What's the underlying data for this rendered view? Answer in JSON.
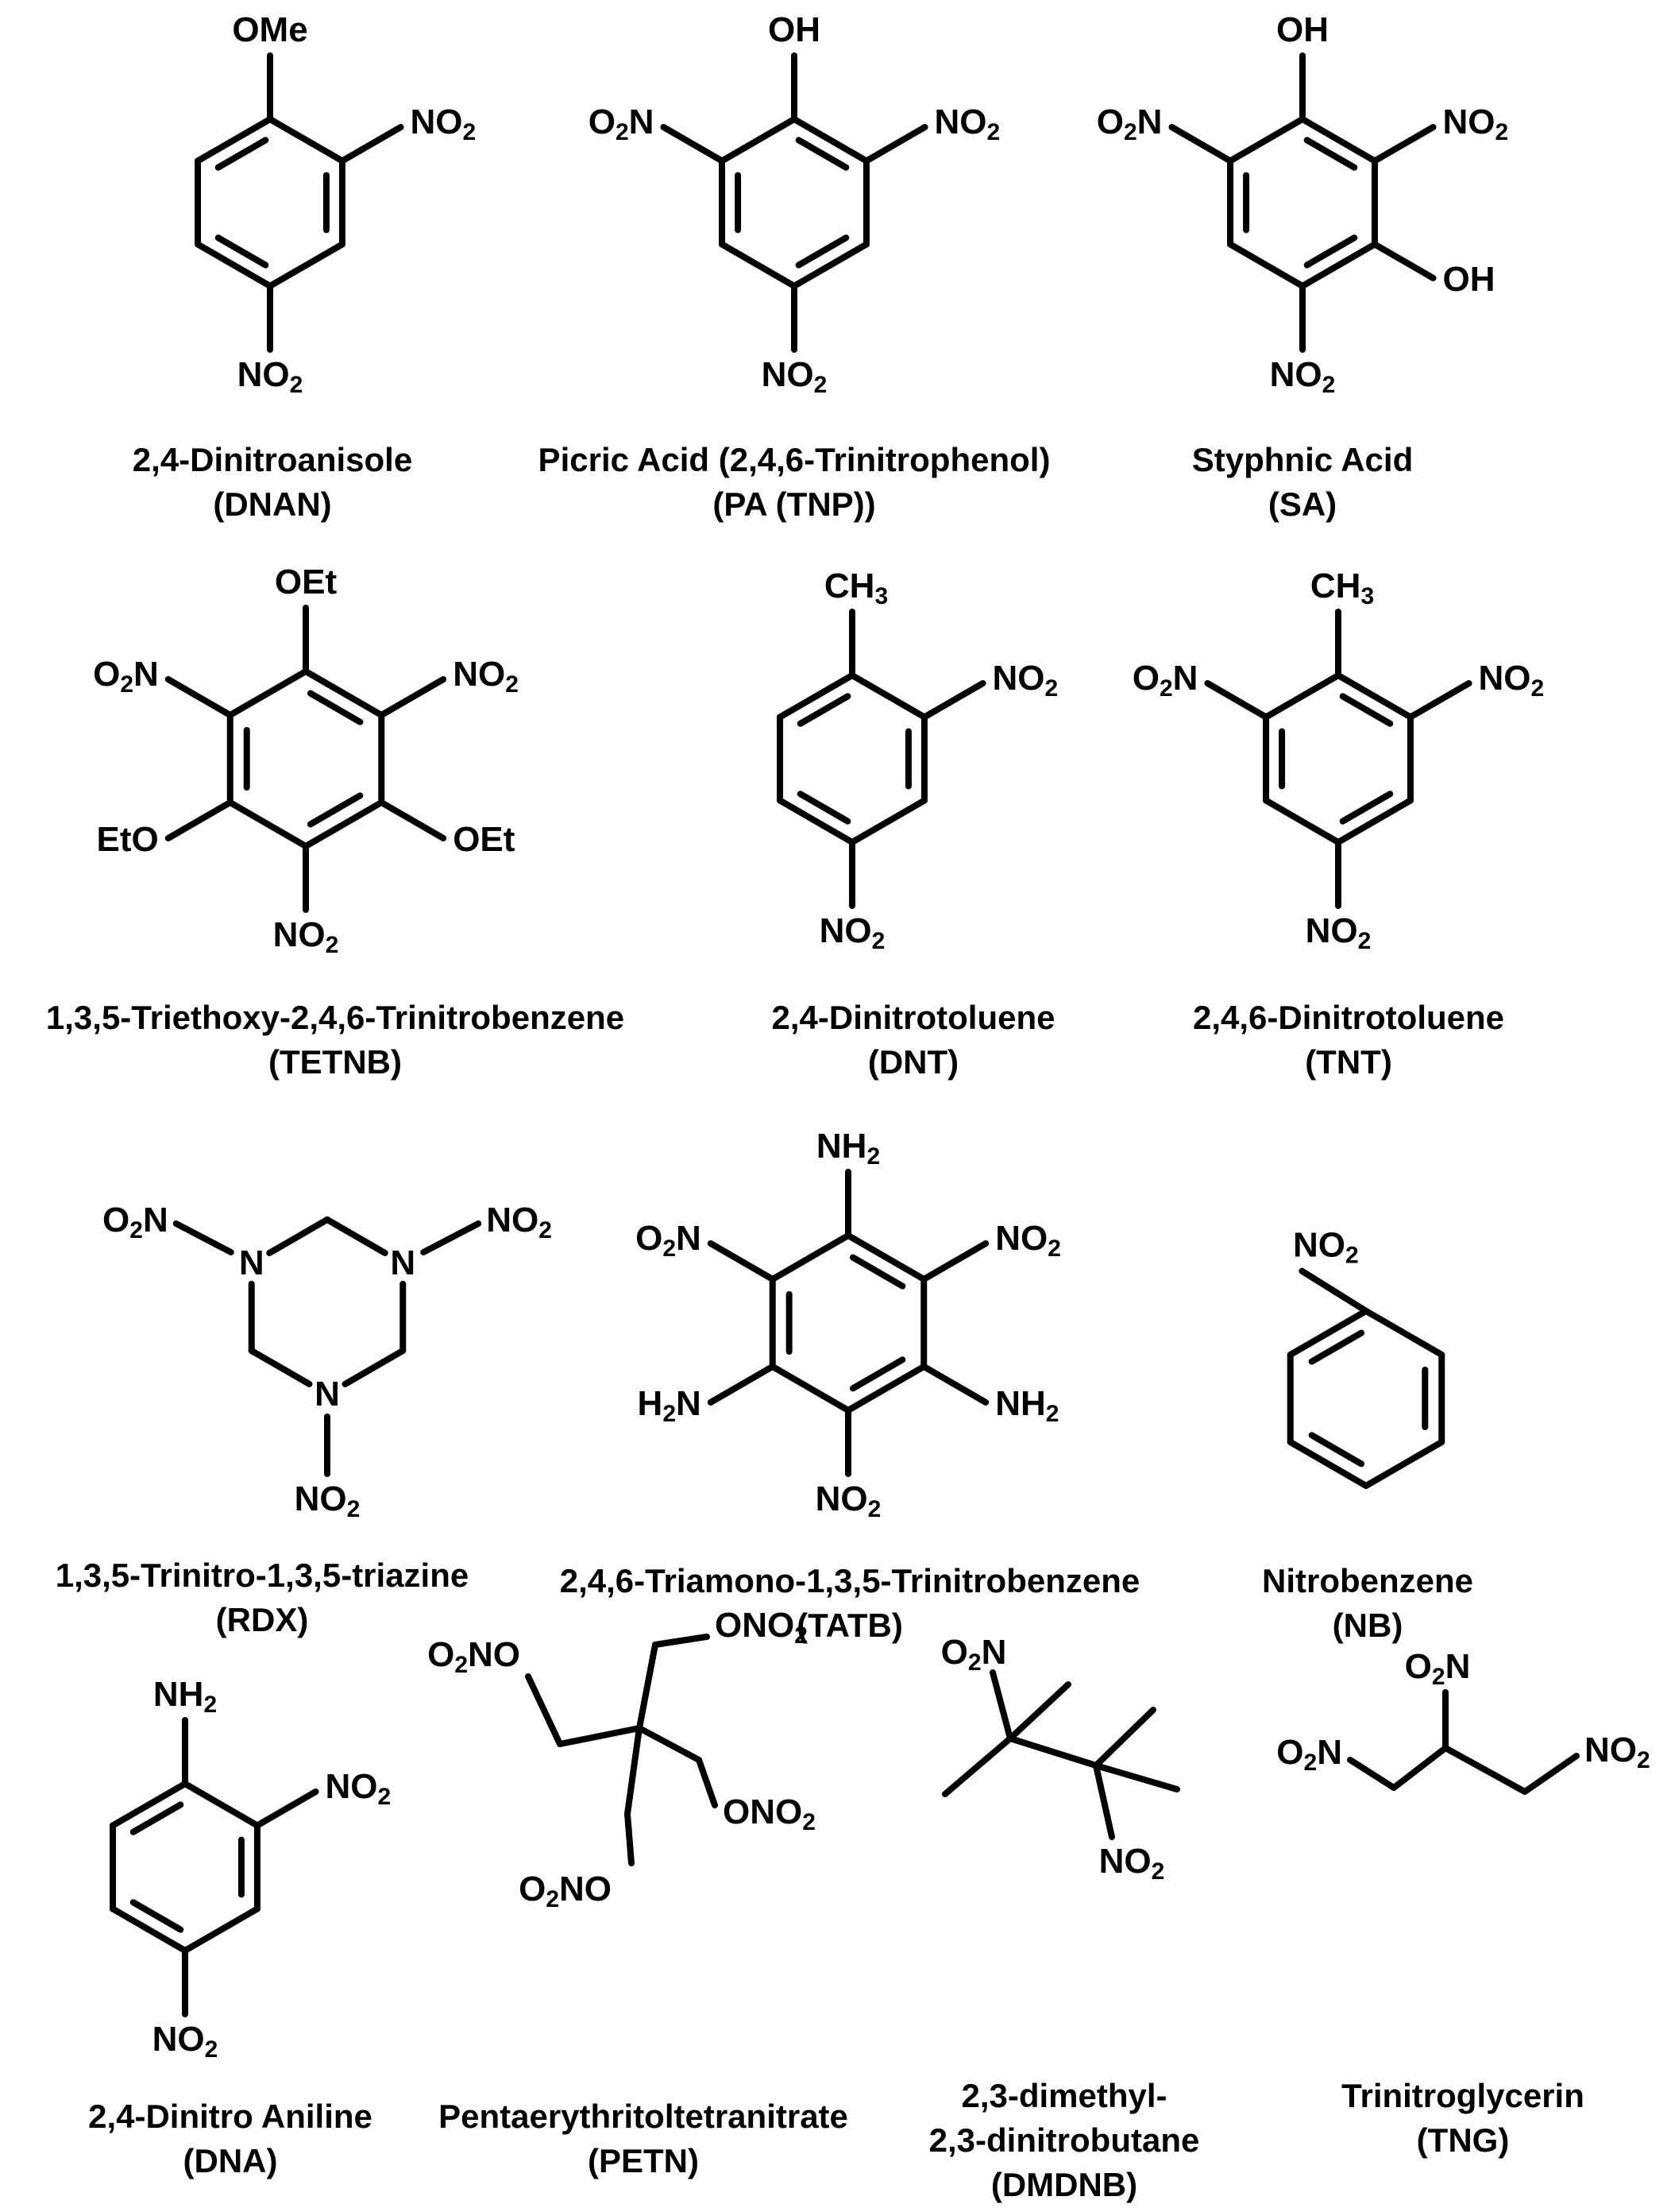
{
  "figure": "Nitro-explosive compound structures",
  "compounds": [
    {
      "id": "dnan",
      "name": "2,4-Dinitroanisole",
      "abbr": "(DNAN)",
      "labels": {
        "top": "OMe",
        "r": "NO2",
        "bottom": "NO2"
      }
    },
    {
      "id": "pa",
      "name": "Picric Acid (2,4,6-Trinitrophenol)",
      "abbr": "(PA (TNP))",
      "labels": {
        "top": "OH",
        "l": "O2N",
        "r": "NO2",
        "bottom": "NO2"
      }
    },
    {
      "id": "sa",
      "name": "Styphnic Acid",
      "abbr": "(SA)",
      "labels": {
        "top": "OH",
        "l": "O2N",
        "r": "NO2",
        "r2": "OH",
        "bottom": "NO2"
      }
    },
    {
      "id": "tetnb",
      "name": "1,3,5-Triethoxy-2,4,6-Trinitrobenzene",
      "abbr": "(TETNB)",
      "labels": {
        "top": "OEt",
        "l": "O2N",
        "r": "NO2",
        "l2": "EtO",
        "r2": "OEt",
        "bottom": "NO2"
      }
    },
    {
      "id": "dnt",
      "name": "2,4-Dinitrotoluene",
      "abbr": "(DNT)",
      "labels": {
        "top": "CH3",
        "r": "NO2",
        "bottom": "NO2"
      }
    },
    {
      "id": "tnt",
      "name": "2,4,6-Dinitrotoluene",
      "abbr": "(TNT)",
      "labels": {
        "top": "CH3",
        "l": "O2N",
        "r": "NO2",
        "bottom": "NO2"
      }
    },
    {
      "id": "rdx",
      "name": "1,3,5-Trinitro-1,3,5-triazine",
      "abbr": "(RDX)",
      "labels": {
        "n": "N",
        "l": "O2N",
        "r": "NO2",
        "bottom": "NO2"
      }
    },
    {
      "id": "tatb",
      "name": "2,4,6-Triamono-1,3,5-Trinitrobenzene",
      "abbr": "(TATB)",
      "labels": {
        "top": "NH2",
        "l": "O2N",
        "r": "NO2",
        "l2": "H2N",
        "r2": "NH2",
        "bottom": "NO2"
      }
    },
    {
      "id": "nb",
      "name": "Nitrobenzene",
      "abbr": "(NB)",
      "labels": {
        "top": "NO2"
      }
    },
    {
      "id": "dna",
      "name": "2,4-Dinitro Aniline",
      "abbr": "(DNA)",
      "labels": {
        "top": "NH2",
        "r": "NO2",
        "bottom": "NO2"
      }
    },
    {
      "id": "petn",
      "name": "Pentaerythritoltetranitrate",
      "abbr": "(PETN)",
      "labels": {
        "a": "O2NO",
        "b": "ONO2",
        "c": "ONO2",
        "d": "O2NO"
      }
    },
    {
      "id": "dmdnb",
      "name": "2,3-dimethyl-",
      "name2": "2,3-dinitrobutane",
      "abbr": "(DMDNB)",
      "labels": {
        "a": "O2N",
        "b": "NO2"
      }
    },
    {
      "id": "tng",
      "name": "Trinitroglycerin",
      "abbr": "(TNG)",
      "labels": {
        "a": "O2N",
        "b": "O2N",
        "c": "NO2"
      }
    }
  ]
}
